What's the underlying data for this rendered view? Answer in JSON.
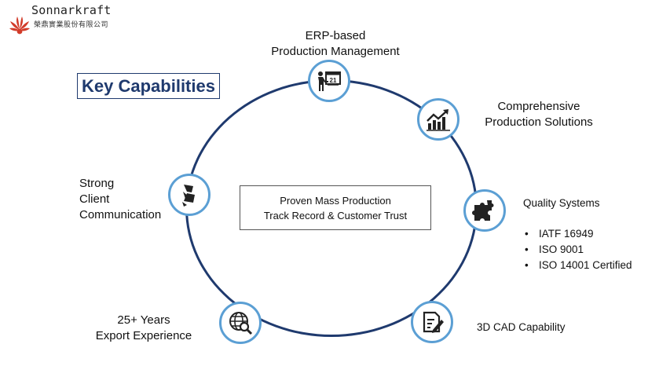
{
  "logo": {
    "name": "Sonnarkraft",
    "subtitle": "榮鼎實業股份有限公司"
  },
  "title": "Key Capabilities",
  "center": {
    "line1": "Proven Mass Production",
    "line2": "Track Record & Customer Trust"
  },
  "capabilities": [
    {
      "id": "erp",
      "line1": "ERP-based",
      "line2": "Production Management",
      "icon": "calendar-presenter-icon"
    },
    {
      "id": "solutions",
      "line1": "Comprehensive",
      "line2": "Production Solutions",
      "icon": "growth-chart-icon"
    },
    {
      "id": "quality",
      "line1": "Quality Systems",
      "icon": "puzzle-icon",
      "bullets": [
        "IATF 16949",
        "ISO 9001",
        "ISO 14001 Certified"
      ]
    },
    {
      "id": "cad",
      "line1": "3D CAD Capability",
      "icon": "document-pen-icon"
    },
    {
      "id": "export",
      "line1": "25+ Years",
      "line2": "Export Experience",
      "icon": "globe-search-icon"
    },
    {
      "id": "client",
      "line1": "Strong",
      "line2": "Client",
      "line3": "Communication",
      "icon": "handshake-icon"
    }
  ],
  "date_badge": "21",
  "colors": {
    "ring": "#1f3a6e",
    "node_border": "#5b9fd4",
    "title": "#1f3a6e",
    "logo": "#d23c2a"
  }
}
